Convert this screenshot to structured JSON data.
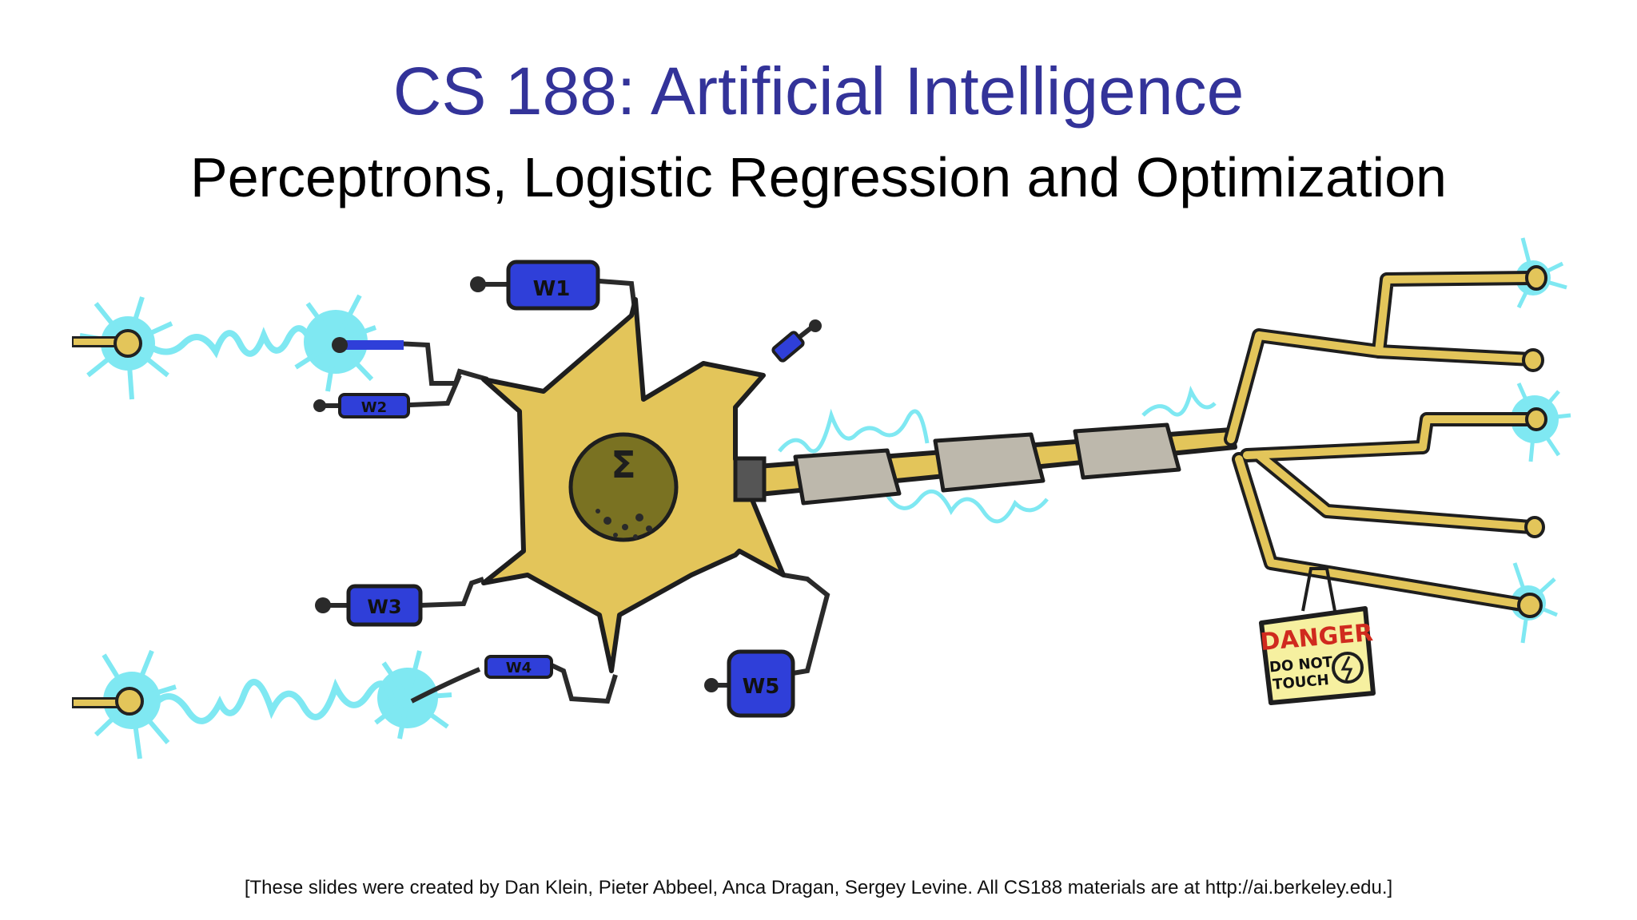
{
  "slide": {
    "title": "CS 188: Artificial Intelligence",
    "subtitle": "Perceptrons, Logistic Regression and Optimization",
    "footer": "[These slides were created by Dan Klein, Pieter Abbeel, Anca Dragan, Sergey Levine.  All CS188 materials are at http://ai.berkeley.edu.]"
  },
  "illustration": {
    "soma_symbol": "Σ",
    "weights": [
      "W1",
      "W2",
      "W3",
      "W4",
      "W5"
    ],
    "danger_sign": {
      "heading": "DANGER",
      "line1": "DO NOT",
      "line2": "TOUCH"
    }
  },
  "colors": {
    "title": "#333399",
    "neuron_body": "#E3C55A",
    "nucleus": "#7A7222",
    "weight_blue": "#2F3FD9",
    "spark": "#7FE8F2",
    "myelin": "#BDB8AC",
    "danger_red": "#D02A1E",
    "sign_bg": "#F6F0A0"
  }
}
